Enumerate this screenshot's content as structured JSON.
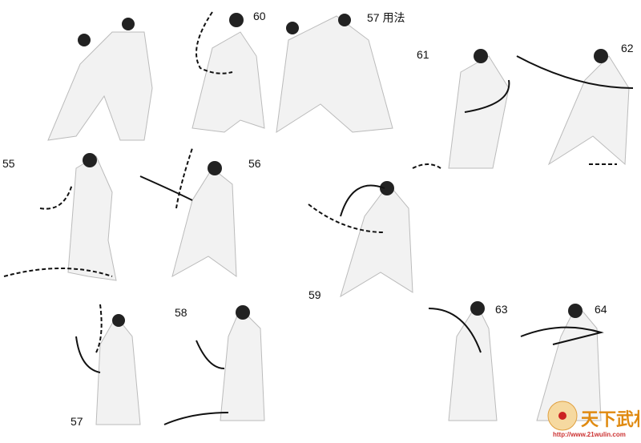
{
  "labels": [
    "60",
    "57 用法",
    "61",
    "62",
    "55",
    "56",
    "59",
    "63",
    "64",
    "57",
    "58"
  ],
  "watermark": {
    "name": "天下武林",
    "url": "http://www.21wulin.com"
  }
}
